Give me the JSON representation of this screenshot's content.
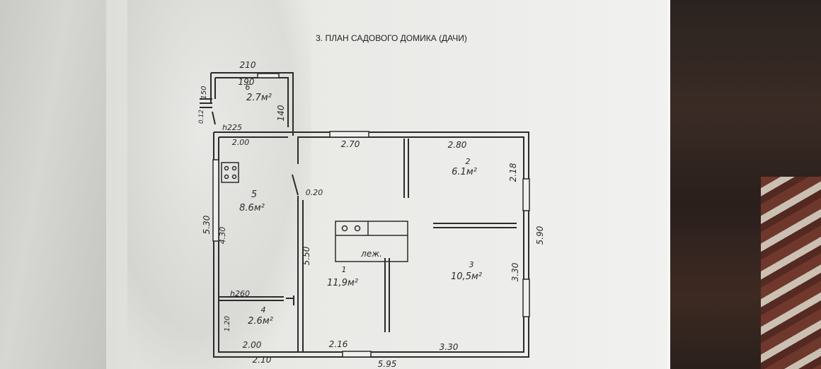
{
  "title": "3. ПЛАН САДОВОГО ДОМИКА (ДАЧИ)",
  "rooms": [
    {
      "number": "1",
      "area": "11,9м²"
    },
    {
      "number": "2",
      "area": "6.1м²"
    },
    {
      "number": "3",
      "area": "10,5м²"
    },
    {
      "number": "4",
      "area": "2.6м²"
    },
    {
      "number": "5",
      "area": "8.6м²"
    },
    {
      "number": "6",
      "area": "2.7м²"
    }
  ],
  "dimensions": {
    "porch_top_outer": "210",
    "porch_top_inner": "190",
    "porch_right": "140",
    "porch_left_a": "150",
    "porch_left_b": "0.12",
    "porch_step": "h225",
    "room5_width": "2.00",
    "room5_height": "4.30",
    "left_total": "5.30",
    "room4_step": "h260",
    "room4_height": "1.20",
    "bottom_left_inner": "2.00",
    "bottom_left_outer": "2.10",
    "room1_top": "2.70",
    "room1_height": "5.50",
    "room1_bottom": "2.16",
    "partition": "0.20",
    "room2_width": "2.80",
    "room2_height": "2.18",
    "room3_height": "3.30",
    "room3_bottom": "3.30",
    "right_total": "5.90",
    "bottom_total": "5.95"
  },
  "fixtures": {
    "bench_label": "леж."
  }
}
